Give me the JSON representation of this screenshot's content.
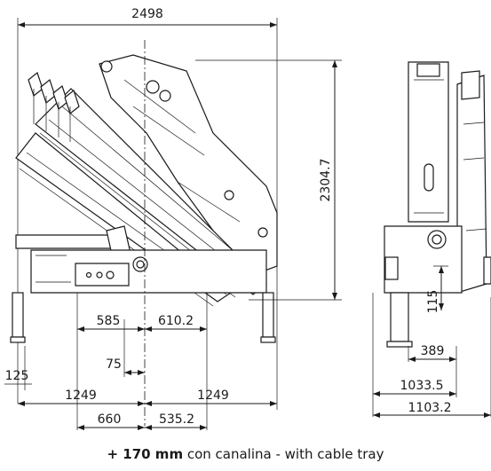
{
  "dimensions": {
    "overall_width": "2498",
    "height": "2304.7",
    "left_inner": "585",
    "right_inner": "610.2",
    "center_offset": "75",
    "foot": "125",
    "half_left": "1249",
    "half_right": "1249",
    "base_left": "660",
    "base_right": "535.2",
    "side_offset": "115",
    "side_small": "389",
    "side_width": "1033.5",
    "side_total": "1103.2"
  },
  "caption": {
    "bold": "+ 170 mm",
    "text": " con canalina - with cable tray"
  }
}
